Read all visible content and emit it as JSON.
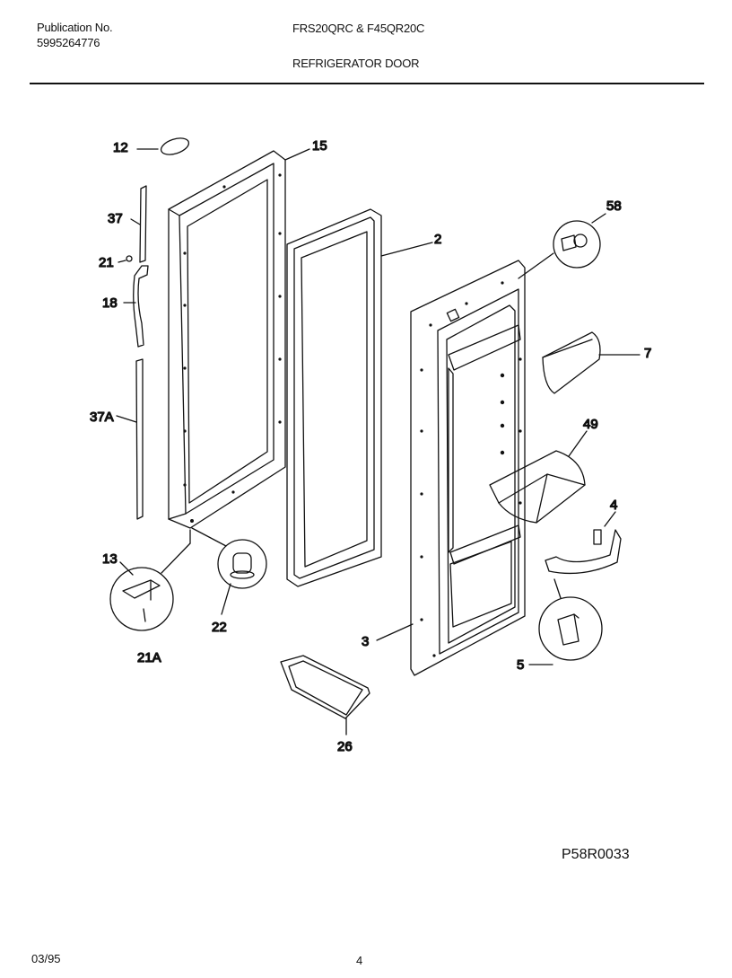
{
  "header": {
    "publication_label": "Publication No.",
    "publication_number": "5995264776",
    "model": "FRS20QRC & F45QR20C",
    "section_title": "REFRIGERATOR DOOR"
  },
  "diagram": {
    "callouts": {
      "c12": "12",
      "c15": "15",
      "c37": "37",
      "c21": "21",
      "c18": "18",
      "c37a": "37A",
      "c2": "2",
      "c58": "58",
      "c7": "7",
      "c49": "49",
      "c4": "4",
      "c13": "13",
      "c22": "22",
      "c21a": "21A",
      "c3": "3",
      "c5": "5",
      "c26": "26"
    },
    "drawing_code": "P58R0033"
  },
  "footer": {
    "date": "03/95",
    "page_number": "4"
  }
}
